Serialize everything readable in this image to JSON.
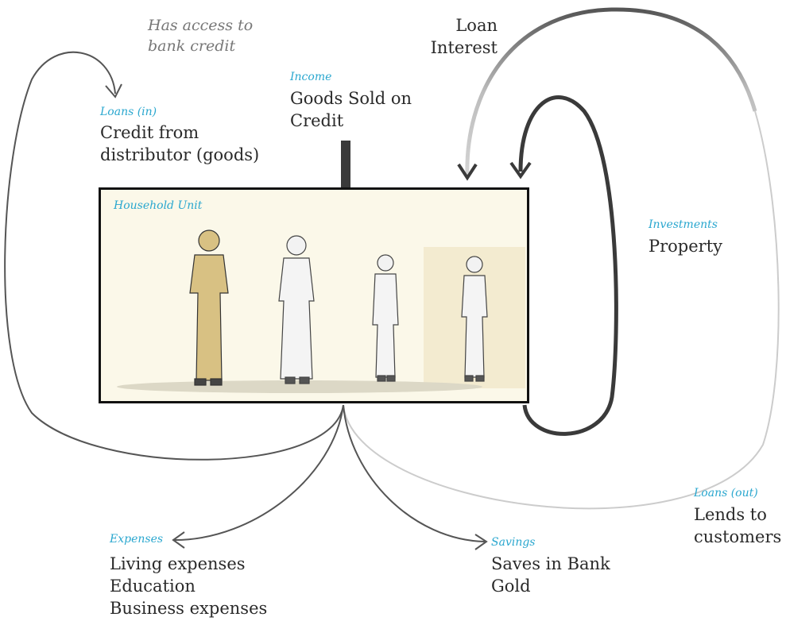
{
  "household": {
    "label": "Household Unit",
    "figures": [
      "man",
      "woman",
      "boy",
      "girl"
    ]
  },
  "bank_note": [
    "Has access to",
    "bank credit"
  ],
  "loans_in": {
    "category": "Loans (in)",
    "lines": [
      "Credit from",
      "distributor (goods)"
    ]
  },
  "income": {
    "category": "Income",
    "lines": [
      "Goods Sold on",
      "Credit"
    ]
  },
  "loan_interest": {
    "lines": [
      "Loan",
      "Interest"
    ]
  },
  "investments": {
    "category": "Investments",
    "lines": [
      "Property"
    ]
  },
  "loans_out": {
    "category": "Loans (out)",
    "lines": [
      "Lends to",
      "customers"
    ]
  },
  "expenses": {
    "category": "Expenses",
    "lines": [
      "Living expenses",
      "Education",
      "Business expenses"
    ]
  },
  "savings": {
    "category": "Savings",
    "lines": [
      "Saves in Bank",
      "Gold"
    ]
  },
  "colors": {
    "category": "#2aa7cf",
    "arrow": "#444444",
    "box_fill": "#fbf8e9",
    "highlight": "#efe3bf"
  }
}
